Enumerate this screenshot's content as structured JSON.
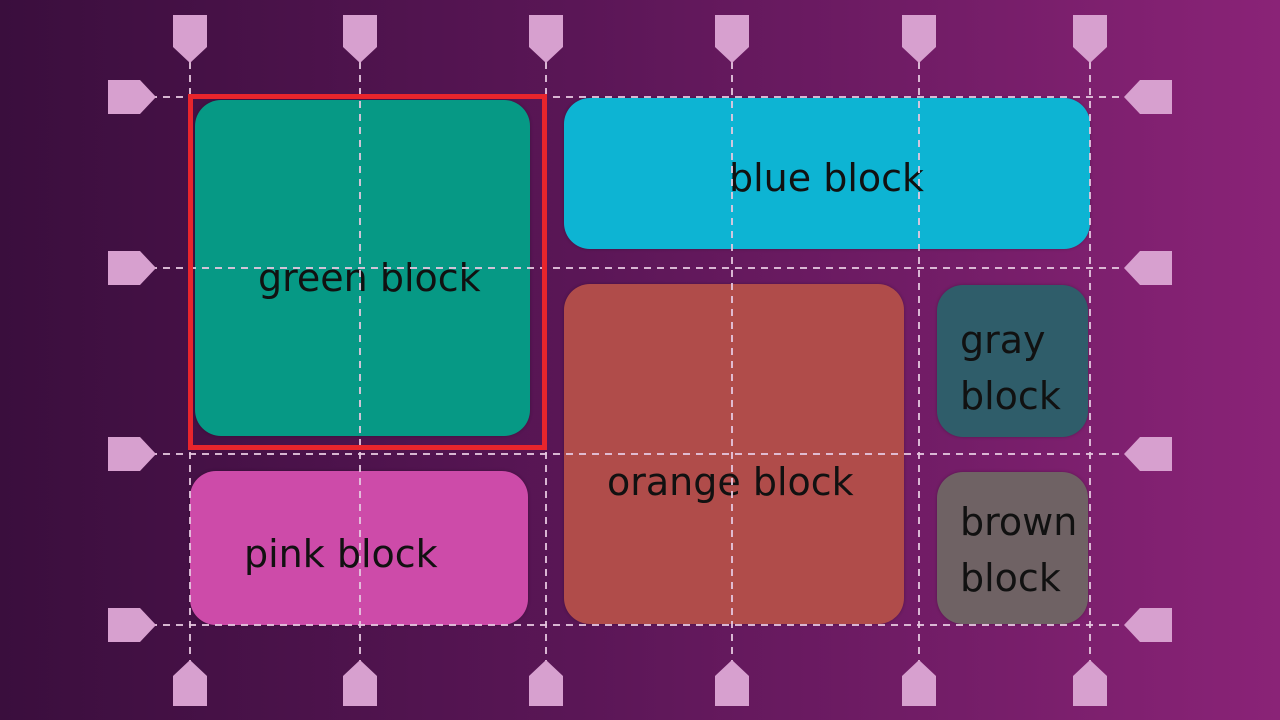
{
  "colors": {
    "background_start": "#3a0e3d",
    "background_end": "#8a2377",
    "grid_line": "#e6c8e0",
    "marker": "#d7a0cf",
    "selection": "#e8252c",
    "text": "#111111"
  },
  "blocks": [
    {
      "id": "green",
      "label": "green block",
      "color": "#069985",
      "icon": "grid-item"
    },
    {
      "id": "blue",
      "label": "blue block",
      "color": "#0db4d3",
      "icon": "grid-item"
    },
    {
      "id": "orange",
      "label": "orange block",
      "color": "#b04c4a",
      "icon": "grid-item"
    },
    {
      "id": "gray",
      "label": "gray\nblock",
      "color": "#2f5d6a",
      "icon": "grid-item"
    },
    {
      "id": "pink",
      "label": "pink block",
      "color": "#cd4ba9",
      "icon": "grid-item"
    },
    {
      "id": "brown",
      "label": "brown\nblock",
      "color": "#6f6264",
      "icon": "grid-item"
    }
  ],
  "grid": {
    "columns": 6,
    "rows": 4,
    "selected_item": "green",
    "markers": {
      "top": "pentagon-down-icon",
      "bottom": "pentagon-up-icon",
      "left": "pentagon-right-icon",
      "right": "pentagon-left-icon"
    }
  }
}
